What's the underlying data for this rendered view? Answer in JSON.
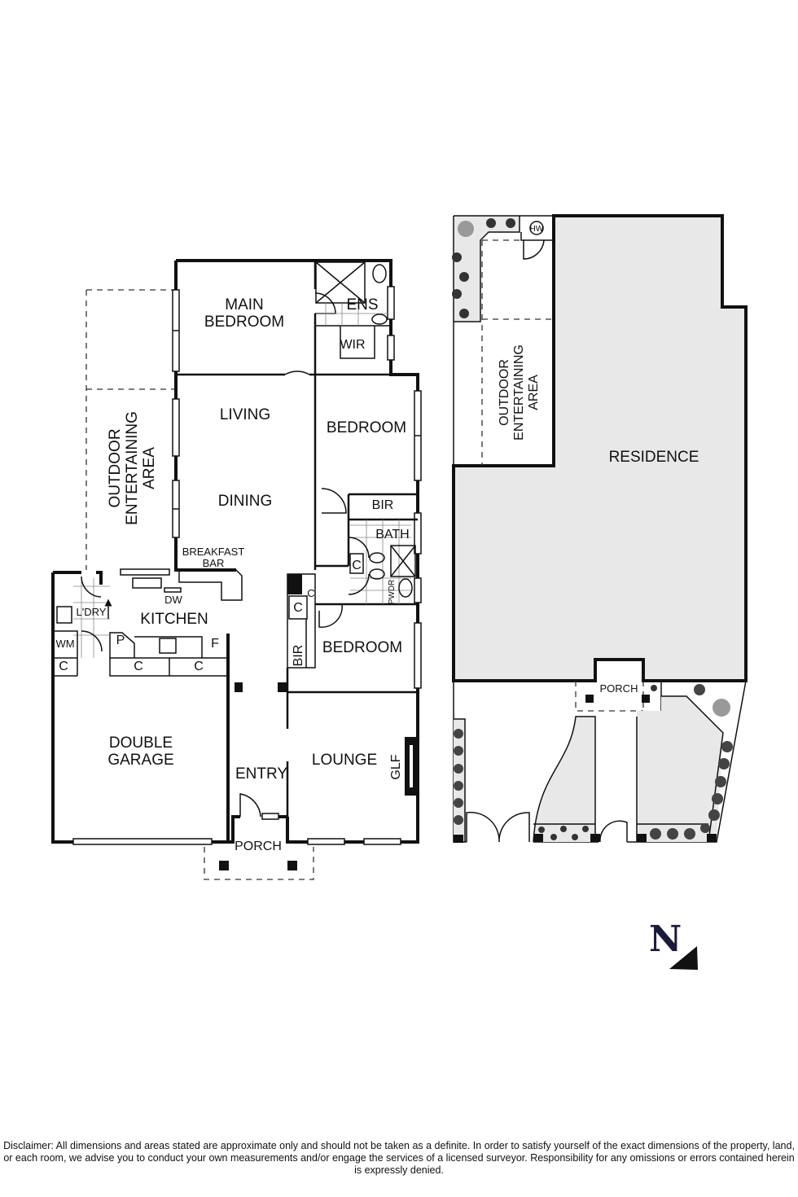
{
  "house_plan": {
    "rooms": {
      "main_bedroom": [
        "MAIN",
        "BEDROOM"
      ],
      "ens": "ENS",
      "wir": "WIR",
      "living": "LIVING",
      "dining": "DINING",
      "bedroom_2": "BEDROOM",
      "bir_1": "BIR",
      "bath": "BATH",
      "c_bath": "C",
      "pwdr": "PWDR",
      "breakfast_bar": [
        "BREAKFAST",
        "BAR"
      ],
      "dw": "DW",
      "kitchen": "KITCHEN",
      "ldry": "L'DRY",
      "wm": "WM",
      "p": "P",
      "f": "F",
      "c_garage": "C",
      "c_kitchen_1": "C",
      "c_kitchen_2": "C",
      "c_hall_1": "C",
      "c_hall_2": "C",
      "bir_2": "BIR",
      "bedroom_3": "BEDROOM",
      "double_garage": [
        "DOUBLE",
        "GARAGE"
      ],
      "entry": "ENTRY",
      "lounge": "LOUNGE",
      "glf": "GLF",
      "porch": "PORCH",
      "outdoor": [
        "OUTDOOR",
        "ENTERTAINING",
        "AREA"
      ]
    }
  },
  "site_plan": {
    "hw": "HW",
    "outdoor": [
      "OUTDOOR",
      "ENTERTAINING",
      "AREA"
    ],
    "residence": "RESIDENCE",
    "porch": "PORCH"
  },
  "compass": {
    "label": "N"
  },
  "disclaimer": "Disclaimer: All dimensions and areas stated are approximate only and should not be taken as a definite. In order to satisfy yourself of the exact dimensions of the property, land, or each room, we advise you to conduct your own measurements and/or engage the services of a licensed surveyor. Responsibility for any omissions or errors contained herein is expressly denied."
}
